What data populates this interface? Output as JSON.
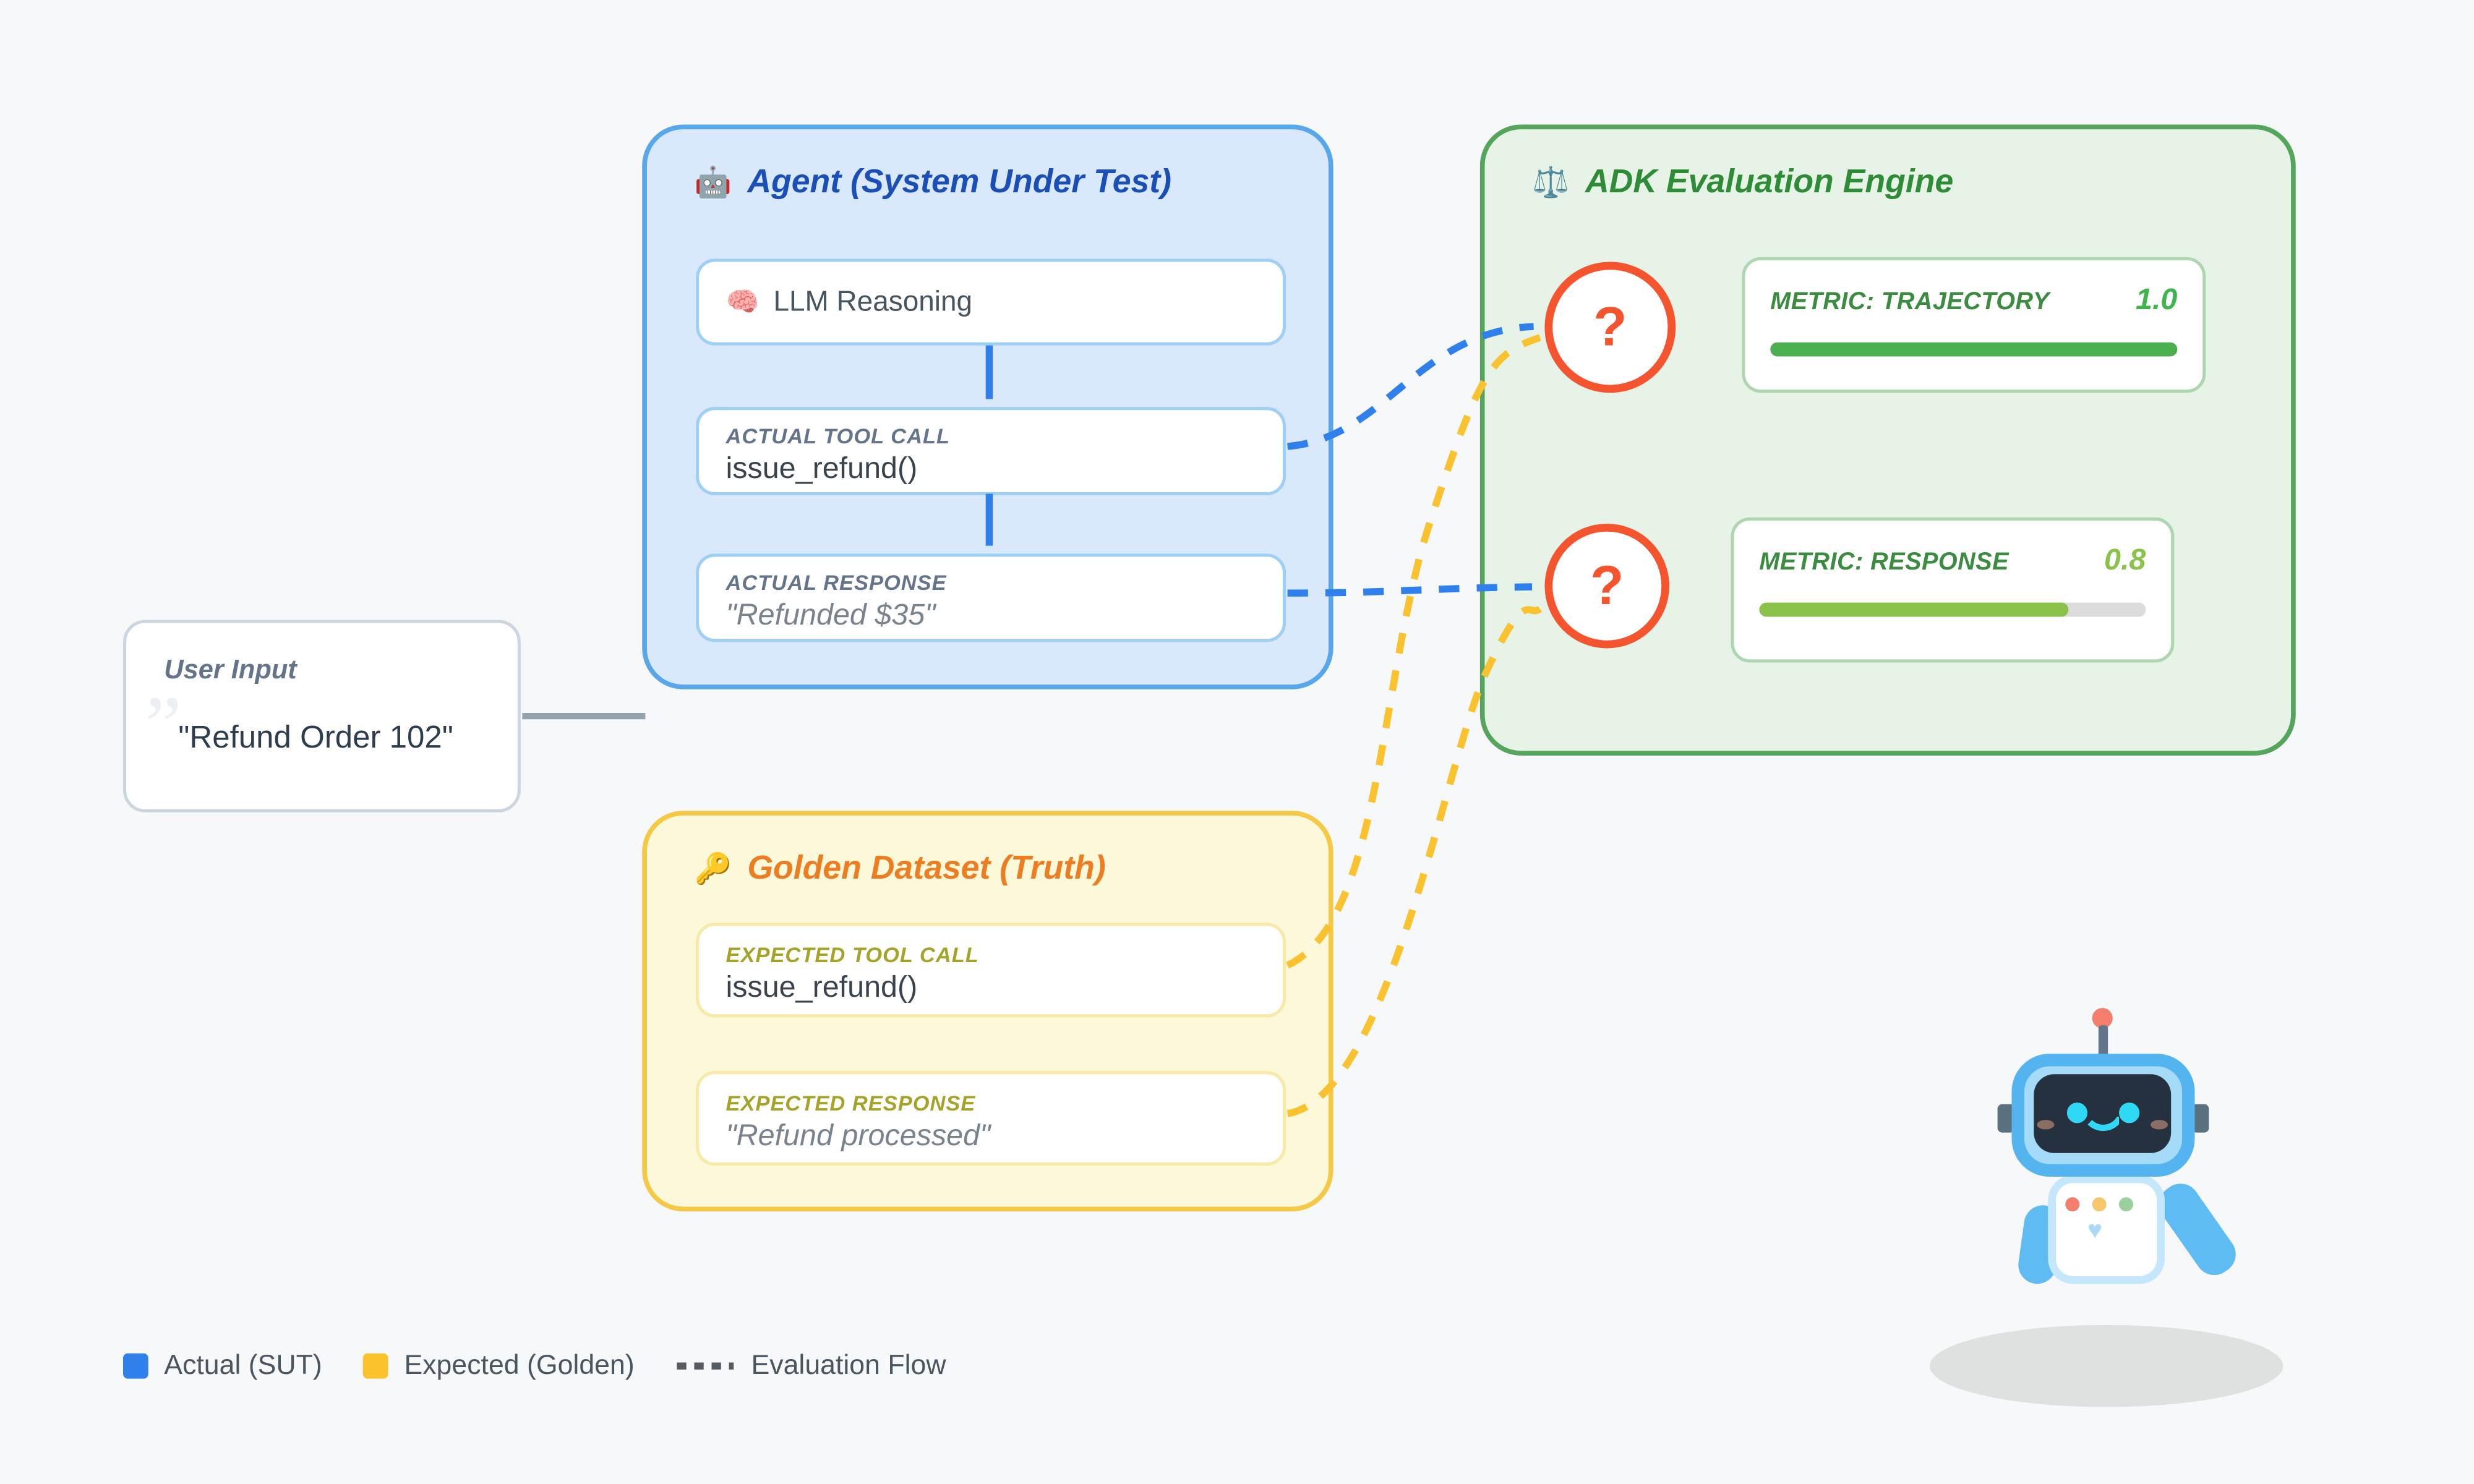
{
  "page": {
    "background": "#f6f8fa"
  },
  "user_input": {
    "title": "User Input",
    "value": "\"Refund Order 102\"",
    "deco_quote": "”"
  },
  "agent": {
    "icon": "🤖",
    "title": "Agent (System Under Test)",
    "accent_color": "#2f80ed",
    "llm_card": {
      "icon": "🧠",
      "label": "LLM Reasoning"
    },
    "tool_card": {
      "label": "ACTUAL TOOL CALL",
      "value": "issue_refund()"
    },
    "response_card": {
      "label": "ACTUAL RESPONSE",
      "value": "\"Refunded $35\""
    }
  },
  "golden": {
    "icon": "🔑",
    "title": "Golden Dataset (Truth)",
    "accent_color": "#fbc22d",
    "tool_card": {
      "label": "EXPECTED TOOL CALL",
      "value": "issue_refund()"
    },
    "response_card": {
      "label": "EXPECTED RESPONSE",
      "value": "\"Refund processed\""
    }
  },
  "engine": {
    "icon": "⚖️",
    "title": "ADK Evaluation Engine",
    "question_mark": "?",
    "question_color": "#f4552f",
    "metrics": [
      {
        "label": "METRIC: TRAJECTORY",
        "value": "1.0",
        "percent": 100,
        "bar_color": "#4caf50",
        "value_color": "#3fb54b"
      },
      {
        "label": "METRIC: RESPONSE",
        "value": "0.8",
        "percent": 80,
        "bar_color": "#8bc34a",
        "value_color": "#8bc34a"
      }
    ]
  },
  "legend": {
    "items": [
      {
        "label": "Actual (SUT)",
        "swatch_color": "#2f80ed"
      },
      {
        "label": "Expected (Golden)",
        "swatch_color": "#fbc22d"
      },
      {
        "label": "Evaluation Flow",
        "swatch_color": "dashed"
      }
    ]
  }
}
